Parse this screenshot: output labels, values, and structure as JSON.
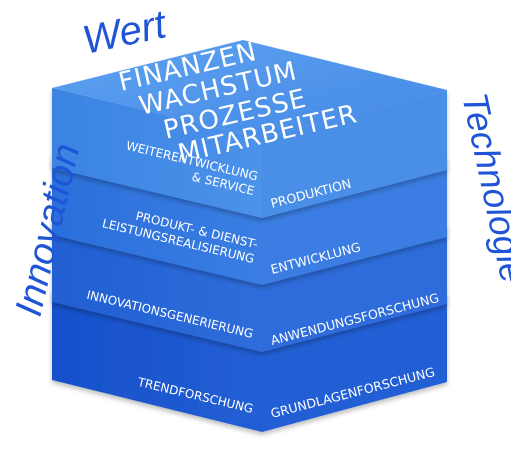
{
  "side_words": {
    "top": "Wert",
    "left": "Innovation",
    "right": "Technologie"
  },
  "top_face_lines": [
    "FINANZEN",
    "WACHSTUM",
    "PROZESSE",
    "MITARBEITER"
  ],
  "layers": [
    {
      "left_lines": [
        "WEITERENTWICKLUNG",
        "& SERVICE"
      ],
      "right_label": "PRODUKTION"
    },
    {
      "left_lines": [
        "PRODUKT- & DIENST-",
        "LEISTUNGSREALISIERUNG"
      ],
      "right_label": "ENTWICKLUNG"
    },
    {
      "left_lines": [
        "INNOVATIONSGENERIERUNG"
      ],
      "right_label": "ANWENDUNGSFORSCHUNG"
    },
    {
      "left_lines": [
        "TRENDFORSCHUNG"
      ],
      "right_label": "GRUNDLAGENFORSCHUNG"
    }
  ],
  "colors": {
    "top_face": "#4f97ec",
    "layer_1_left": "#3e86e4",
    "layer_1_right": "#4a8fe8",
    "layer_2_left": "#2f73dc",
    "layer_2_right": "#3a7de2",
    "layer_3_left": "#2462d4",
    "layer_3_right": "#2d6cdb",
    "layer_4_left": "#1953cc",
    "layer_4_right": "#225ed4",
    "side_words": "#1f54d6"
  }
}
